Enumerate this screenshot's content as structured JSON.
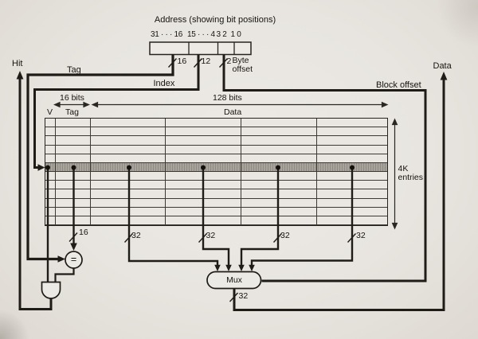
{
  "figure": {
    "address": {
      "title": "Address (showing bit positions)",
      "bit_fields": [
        "31 · · · 16",
        "15 · · · 4",
        "3 2",
        "1 0"
      ],
      "tag_width": "16",
      "index_width": "12",
      "block_width": "2",
      "byte_offset_label": "Byte offset"
    },
    "signals": {
      "hit": "Hit",
      "tag": "Tag",
      "index": "Index",
      "block_offset": "Block offset",
      "data_out": "Data"
    },
    "cache_table": {
      "columns": {
        "valid": "V",
        "tag": "Tag",
        "data": "Data"
      },
      "tag_width_label": "16 bits",
      "data_width_label": "128 bits",
      "entries_line1": "4K",
      "entries_line2": "entries",
      "rows": 12,
      "highlighted_row": 6
    },
    "buses": {
      "tag_bits": "16",
      "word_bits": "32"
    },
    "components": {
      "comparator": "=",
      "mux": "Mux"
    }
  }
}
